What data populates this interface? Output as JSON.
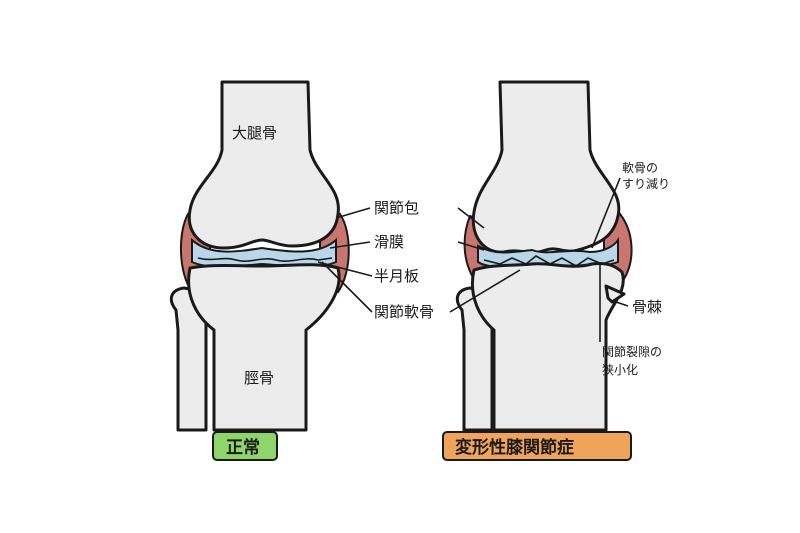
{
  "left_knee": {
    "femur_label": "大腿骨",
    "tibia_label": "脛骨",
    "badge": "正常"
  },
  "center_labels": {
    "capsule": "関節包",
    "synovium": "滑膜",
    "meniscus": "半月板",
    "cartilage": "関節軟骨"
  },
  "right_knee": {
    "badge": "変形性膝関節症",
    "cartilage_wear_line1": "軟骨の",
    "cartilage_wear_line2": "すり減り",
    "osteophyte": "骨棘",
    "space_narrowing_line1": "関節裂隙の",
    "space_narrowing_line2": "狭小化"
  },
  "colors": {
    "bone_fill": "#ececec",
    "capsule_fill": "#c9776e",
    "synovium_fill": "#b9d6ea",
    "normal_badge": "#8fd66a",
    "oa_badge": "#f0a35a"
  }
}
